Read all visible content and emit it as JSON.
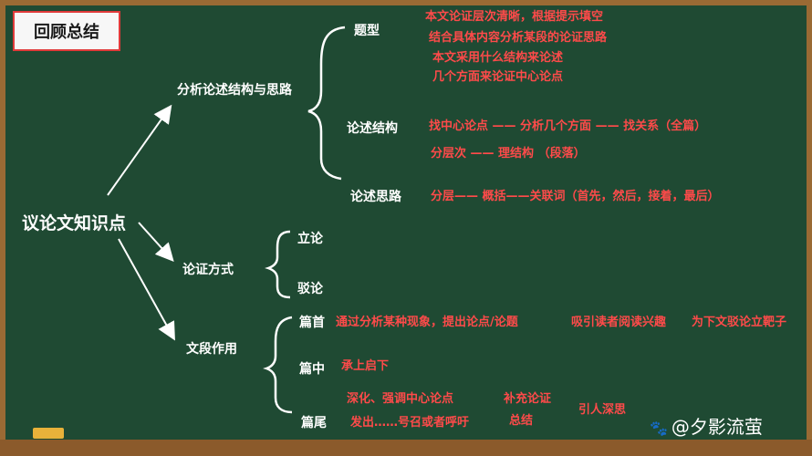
{
  "title": "回顾总结",
  "root": "议论文知识点",
  "branches": {
    "structure": {
      "label": "分析论述结构与思路",
      "children": {
        "question_type": {
          "label": "题型",
          "notes": [
            "本文论证层次清晰，根据提示填空",
            "结合具体内容分析某段的论证思路",
            "本文采用什么结构来论述",
            "几个方面来论证中心论点"
          ]
        },
        "argument_structure": {
          "label": "论述结构",
          "notes": [
            "找中心论点 —— 分析几个方面 —— 找关系（全篇）",
            "分层次 —— 理结构 （段落）"
          ]
        },
        "argument_thinking": {
          "label": "论述思路",
          "notes": [
            "分层—— 概括——关联词（首先，然后，接着，最后）"
          ]
        }
      }
    },
    "methods": {
      "label": "论证方式",
      "children": [
        "立论",
        "驳论"
      ]
    },
    "paragraph_role": {
      "label": "文段作用",
      "children": {
        "beginning": {
          "label": "篇首",
          "notes": [
            "通过分析某种现象，提出论点/论题",
            "吸引读者阅读兴趣",
            "为下文驳论立靶子"
          ]
        },
        "middle": {
          "label": "篇中",
          "notes": [
            "承上启下"
          ]
        },
        "end": {
          "label": "篇尾",
          "notes": [
            "深化、强调中心论点",
            "补充论证",
            "发出……号召或者呼吁",
            "总结",
            "引人深思"
          ]
        }
      }
    }
  },
  "watermark": "@夕影流萤",
  "watermark_icon": "paw-icon",
  "colors": {
    "board": "#1f4a33",
    "frame": "#9a6a34",
    "note_red": "#ff4a4a",
    "chalk_white": "#ffffff",
    "title_border": "#e03a3a"
  }
}
